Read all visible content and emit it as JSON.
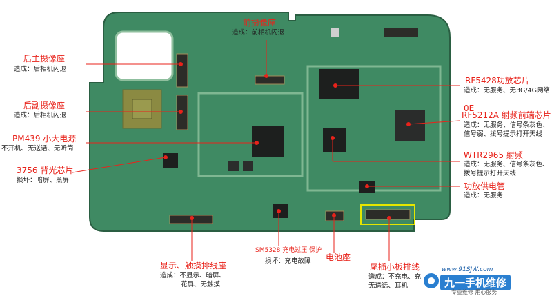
{
  "labels": {
    "front_camera": {
      "title": "前摄像座",
      "desc": [
        "造成：前相机闪退"
      ]
    },
    "rear_main_camera": {
      "title": "后主摄像座",
      "desc": [
        "造成：后相机闪退"
      ]
    },
    "rear_sub_camera": {
      "title": "后副摄像座",
      "desc": [
        "造成：后相机闪退"
      ]
    },
    "pm439": {
      "title": "PM439 小大电源",
      "desc": [
        "不开机、无送话、无听筒"
      ]
    },
    "backlight": {
      "title": "3756 背光芯片",
      "desc": [
        "损坏：暗屏、黑屏"
      ]
    },
    "rf5428": {
      "title": "RF5428功放芯片",
      "desc": [
        "造成：无服务、无3G/4G网络"
      ]
    },
    "rf5212a": {
      "title": "RF5212A 射频前端芯片",
      "prefix": "0E",
      "desc": [
        "造成：无服务、信号条灰色、",
        "信号弱、拨号提示打开天线"
      ]
    },
    "wtr2965": {
      "title": "WTR2965 射频",
      "desc": [
        "造成：无服务、信号条灰色、",
        "拨号提示打开天线"
      ]
    },
    "pa_supply": {
      "title": "功放供电管",
      "desc": [
        "造成：无服务"
      ]
    },
    "display_conn": {
      "title": "显示、触摸排线座",
      "desc": [
        "造成：不显示、暗屏、",
        "花屏、无触摸"
      ]
    },
    "sm5328": {
      "title": "SM5328 充电过压 保护",
      "desc": [
        "损坏：充电故障"
      ]
    },
    "battery_conn": {
      "title": "电池座",
      "desc": []
    },
    "tail_conn": {
      "title": "尾插小板排线",
      "desc": [
        "造成：不充电、充",
        "无送话、耳机"
      ]
    }
  },
  "brand": {
    "url": "www.91SJW.com",
    "name": "九一手机维修",
    "sub": "专业维修 用心服务"
  },
  "colors": {
    "board": "#3f8a63",
    "board_dark": "#2f6f4c",
    "chip": "#1d1f1e",
    "label_red": "#e8231b",
    "highlight": "#e6e600"
  }
}
